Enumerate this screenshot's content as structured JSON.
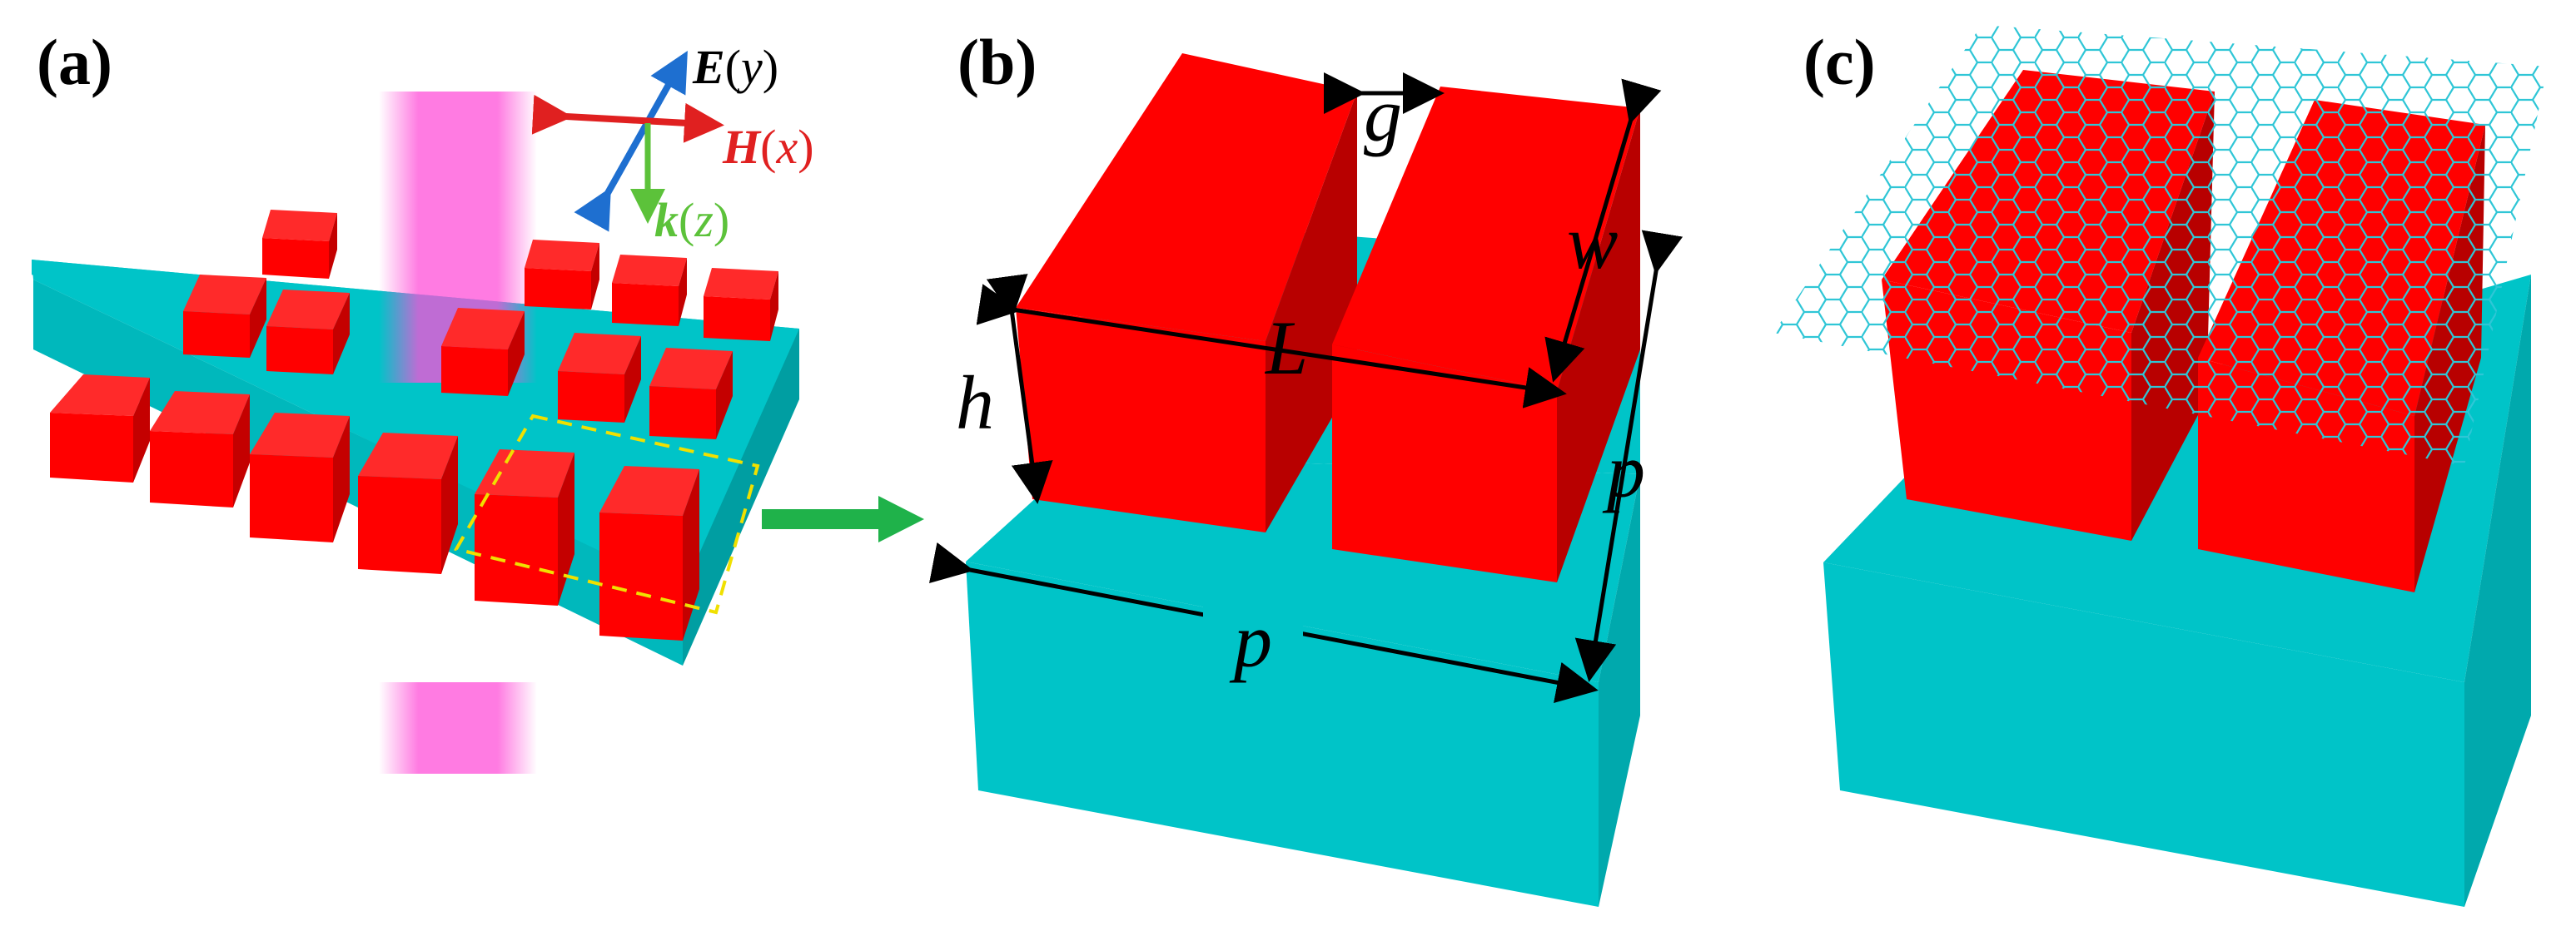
{
  "panels": [
    {
      "id": "a",
      "label": "a"
    },
    {
      "id": "b",
      "label": "b"
    },
    {
      "id": "c",
      "label": "c"
    }
  ],
  "axes": {
    "e_symbol": "E",
    "e_axis": "y",
    "h_symbol": "H",
    "h_axis": "x",
    "k_symbol": "k",
    "k_axis": "z"
  },
  "dimensions": {
    "g": "g",
    "w": "w",
    "L": "L",
    "h": "h",
    "p_side": "p",
    "p_bottom": "p"
  },
  "colors": {
    "substrate": "#00C4C8",
    "substrate_side": "#00A9AD",
    "block": "#FF0000",
    "block_side": "#CC0000",
    "block_dark": "#B80000",
    "beam": "#FF4FD8",
    "arrow_green": "#1FB24A",
    "e_arrow": "#1E6FD0",
    "h_arrow": "#E02020",
    "k_arrow": "#5CC23A",
    "graphene": "#2FC6D6",
    "unit_cell": "#F0E000"
  }
}
